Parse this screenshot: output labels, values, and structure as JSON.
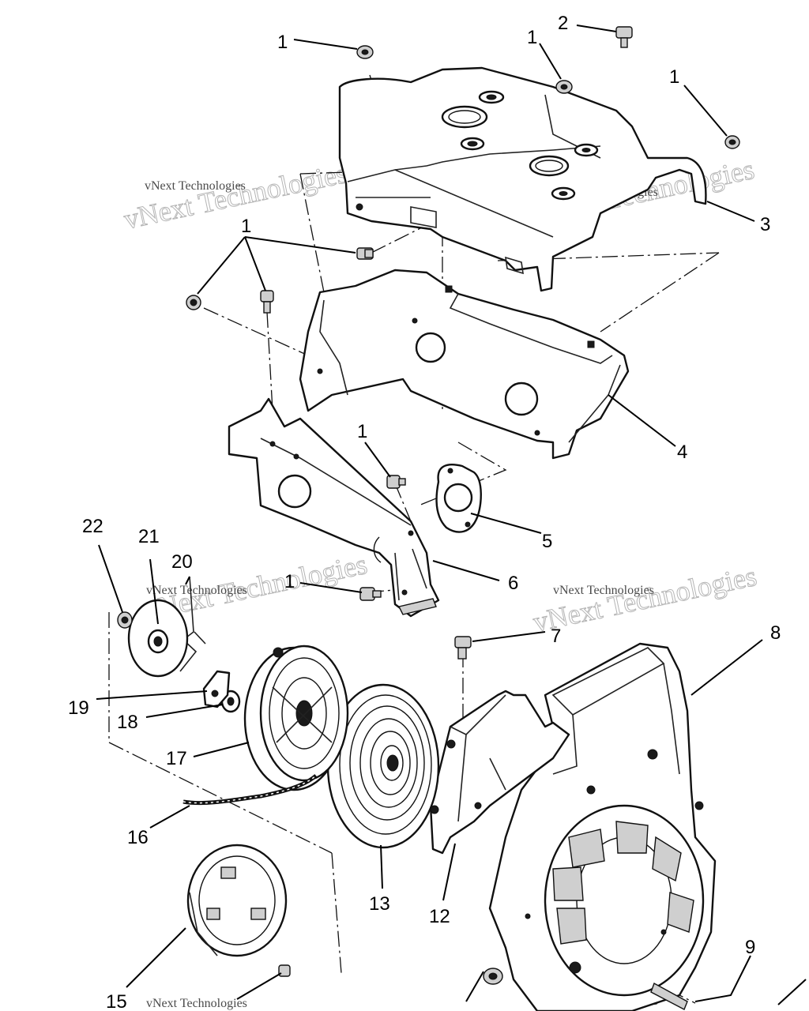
{
  "diagram": {
    "callouts": [
      {
        "id": "c1a",
        "label": "1"
      },
      {
        "id": "c1b",
        "label": "1"
      },
      {
        "id": "c1c",
        "label": "1"
      },
      {
        "id": "c2",
        "label": "2"
      },
      {
        "id": "c3",
        "label": "3"
      },
      {
        "id": "c1d",
        "label": "1"
      },
      {
        "id": "c4",
        "label": "4"
      },
      {
        "id": "c1e",
        "label": "1"
      },
      {
        "id": "c5",
        "label": "5"
      },
      {
        "id": "c22",
        "label": "22"
      },
      {
        "id": "c21",
        "label": "21"
      },
      {
        "id": "c20",
        "label": "20"
      },
      {
        "id": "c1f",
        "label": "1"
      },
      {
        "id": "c6",
        "label": "6"
      },
      {
        "id": "c7",
        "label": "7"
      },
      {
        "id": "c8",
        "label": "8"
      },
      {
        "id": "c19",
        "label": "19"
      },
      {
        "id": "c18",
        "label": "18"
      },
      {
        "id": "c17",
        "label": "17"
      },
      {
        "id": "c16",
        "label": "16"
      },
      {
        "id": "c13",
        "label": "13"
      },
      {
        "id": "c12",
        "label": "12"
      },
      {
        "id": "c9",
        "label": "9"
      },
      {
        "id": "c15",
        "label": "15"
      }
    ],
    "watermark": {
      "large": "vNext Technologies",
      "small": "vNext Technologies"
    }
  }
}
